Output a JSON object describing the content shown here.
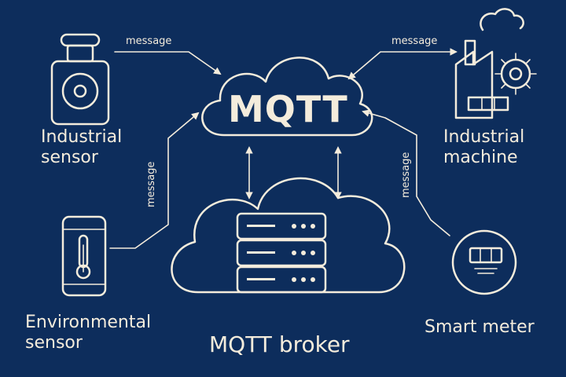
{
  "hub": {
    "label": "MQTT"
  },
  "broker": {
    "label": "MQTT broker"
  },
  "devices": {
    "industrial_sensor": {
      "line1": "Industrial",
      "line2": "sensor"
    },
    "industrial_machine": {
      "line1": "Industrial",
      "line2": "machine"
    },
    "environmental_sensor": {
      "line1": "Environmental",
      "line2": "sensor"
    },
    "smart_meter": {
      "label": "Smart meter"
    }
  },
  "messages": {
    "top_left": "message",
    "top_right": "message",
    "left_vertical": "message",
    "right_vertical": "message"
  },
  "colors": {
    "background": "#0d2d5c",
    "foreground": "#f4ecdc"
  }
}
